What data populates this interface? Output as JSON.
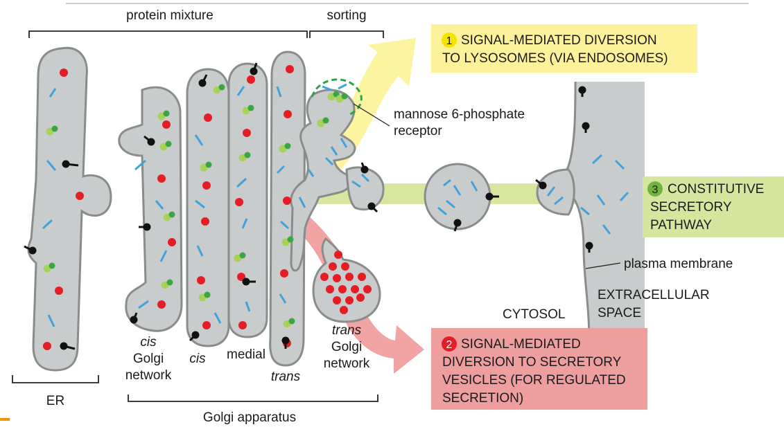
{
  "labels": {
    "protein_mixture": "protein mixture",
    "sorting": "sorting",
    "er": "ER",
    "golgi_apparatus": "Golgi apparatus",
    "cis_golgi_network": [
      "cis",
      "Golgi",
      "network"
    ],
    "cis": "cis",
    "medial": "medial",
    "trans": "trans",
    "trans_golgi_network": [
      "trans",
      "Golgi",
      "network"
    ],
    "m6p_receptor": [
      "mannose 6-phosphate",
      "receptor"
    ],
    "plasma_membrane": "plasma membrane",
    "cytosol": "CYTOSOL",
    "extracellular_space": [
      "EXTRACELLULAR",
      "SPACE"
    ]
  },
  "pathways": [
    {
      "number": "1",
      "lines": [
        "SIGNAL-MEDIATED DIVERSION",
        "TO LYSOSOMES (VIA ENDOSOMES)"
      ],
      "color": "#fdf29a",
      "badge": "#f5e400"
    },
    {
      "number": "2",
      "lines": [
        "SIGNAL-MEDIATED",
        "DIVERSION TO SECRETORY",
        "VESICLES (FOR REGULATED",
        "SECRETION)"
      ],
      "color": "#ef9e9e",
      "badge": "#e31e24"
    },
    {
      "number": "3",
      "lines": [
        "CONSTITUTIVE",
        "SECRETORY",
        "PATHWAY"
      ],
      "color": "#d7e69f",
      "badge": "#6fb43f"
    }
  ],
  "colors": {
    "organelle_fill": "#c9cccc",
    "organelle_stroke": "#8a8c8c",
    "red_cargo": "#e31e24",
    "green_cargo": "#3aa642",
    "light_green_cargo": "#a6d25a",
    "blue_cargo": "#3fa2dd",
    "yellow_arrow": "#fcf49e",
    "green_arrow": "#d8e6a0",
    "red_arrow": "#f2a3a3"
  }
}
